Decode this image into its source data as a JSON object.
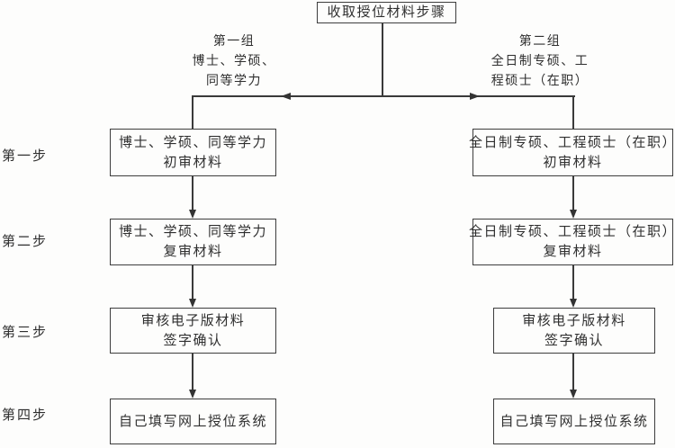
{
  "title": "收取授位材料步骤",
  "groups": [
    {
      "lines": [
        "第一组",
        "博士、学硕、",
        "同等学力"
      ]
    },
    {
      "lines": [
        "第二组",
        "全日制专硕、工",
        "程硕士（在职）"
      ]
    }
  ],
  "steps": [
    "第一步",
    "第二步",
    "第三步",
    "第四步"
  ],
  "left_column": {
    "boxes": [
      {
        "line1": "博士、学硕、同等学力",
        "line2": "初审材料"
      },
      {
        "line1": "博士、学硕、同等学力",
        "line2": "复审材料"
      },
      {
        "line1": "审核电子版材料",
        "line2": "签字确认"
      },
      {
        "line1": "自己填写网上授位系统"
      }
    ]
  },
  "right_column": {
    "boxes": [
      {
        "line1": "全日制专硕、工程硕士（在职）",
        "line2": "初审材料"
      },
      {
        "line1": "全日制专硕、工程硕士（在职）",
        "line2": "复审材料"
      },
      {
        "line1": "审核电子版材料",
        "line2": "签字确认"
      },
      {
        "line1": "自己填写网上授位系统"
      }
    ]
  },
  "colors": {
    "line": "#3a3a3a",
    "text": "#2f2f2f",
    "background": "#fdfdfc"
  }
}
